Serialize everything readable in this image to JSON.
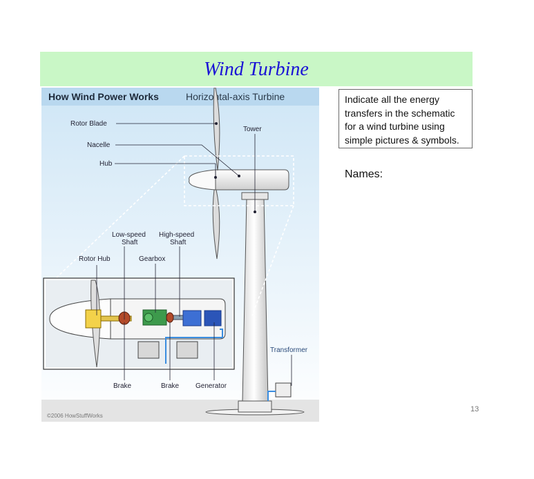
{
  "slide": {
    "title": "Wind Turbine",
    "instruction": "Indicate all the energy transfers in the schematic for a wind turbine using simple pictures & symbols.",
    "names_label": "Names:",
    "page_number": "13"
  },
  "diagram": {
    "heading": "How Wind Power Works",
    "subheading": "Horizontal-axis Turbine",
    "labels": {
      "rotor_blade": "Rotor Blade",
      "nacelle": "Nacelle",
      "hub": "Hub",
      "tower": "Tower",
      "low_speed_shaft_1": "Low-speed",
      "low_speed_shaft_2": "Shaft",
      "high_speed_shaft_1": "High-speed",
      "high_speed_shaft_2": "Shaft",
      "rotor_hub": "Rotor Hub",
      "gearbox": "Gearbox",
      "brake_1": "Brake",
      "brake_2": "Brake",
      "generator": "Generator",
      "transformer": "Transformer"
    },
    "copyright": "©2006 HowStuffWorks"
  }
}
